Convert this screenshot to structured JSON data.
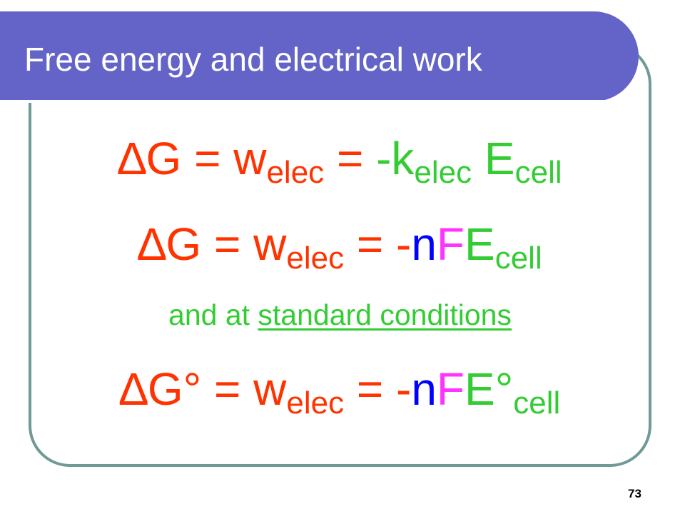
{
  "slide": {
    "title": "Free energy and electrical work",
    "page_number": "73",
    "colors": {
      "title_bar": "#6464c8",
      "frame_border": "#6f9a96",
      "red": "#ff3300",
      "green": "#33cc33",
      "blue": "#0000ff",
      "magenta": "#ff33ff"
    }
  },
  "eq1": {
    "delta_g": "∆G",
    "eq_a": " = ",
    "w": "w",
    "w_sub": "elec",
    "eq_b": " = ",
    "neg_k": "-k",
    "k_sub": "elec",
    "space": " ",
    "e": "E",
    "e_sub": "cell"
  },
  "eq2": {
    "delta_g": "∆G",
    "eq_a": " = ",
    "w": "w",
    "w_sub": "elec",
    "eq_b": " = ",
    "neg": "-",
    "n": "n",
    "f": "F",
    "e": "E",
    "e_sub": "cell"
  },
  "conditions": {
    "prefix": "and at ",
    "underlined": "standard conditions"
  },
  "eq3": {
    "delta_g": "∆G",
    "degree_a": "°",
    "eq_a": " = ",
    "w": "w",
    "w_sub": "elec",
    "eq_b": " = ",
    "neg": "-",
    "n": "n",
    "f": "F",
    "e": "E",
    "degree_b": "°",
    "e_sub": "cell"
  }
}
